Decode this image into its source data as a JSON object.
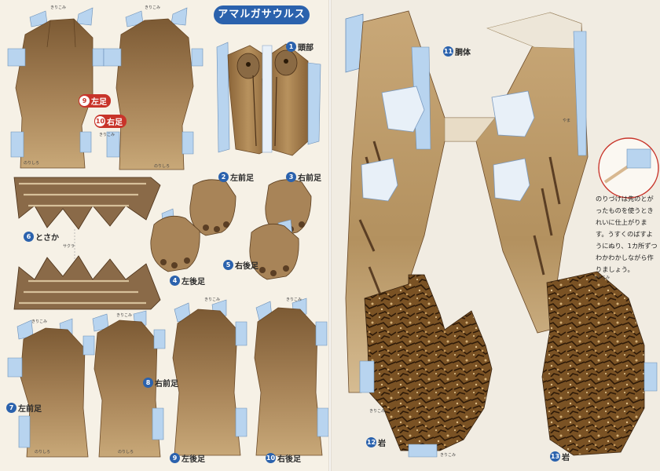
{
  "title": "アマルガサウルス",
  "parts": {
    "p1": {
      "num": "1",
      "label": "頭部"
    },
    "p2": {
      "num": "2",
      "label": "左前足"
    },
    "p3": {
      "num": "3",
      "label": "右前足"
    },
    "p4": {
      "num": "4",
      "label": "左後足"
    },
    "p5": {
      "num": "5",
      "label": "右後足"
    },
    "p6": {
      "num": "6",
      "label": "とさか"
    },
    "p7": {
      "num": "7",
      "label": "左前足"
    },
    "p8": {
      "num": "8",
      "label": "右前足"
    },
    "p9a": {
      "num": "9",
      "label": "左足"
    },
    "p10a": {
      "num": "10",
      "label": "右足"
    },
    "p9b": {
      "num": "9",
      "label": "左後足"
    },
    "p10b": {
      "num": "10",
      "label": "右後足"
    },
    "p11": {
      "num": "11",
      "label": "胴体"
    },
    "p12": {
      "num": "12",
      "label": "岩"
    },
    "p13": {
      "num": "13",
      "label": "岩"
    }
  },
  "marks": {
    "kirikomi": "きりこみ",
    "nori": "のりしろ",
    "yama": "やま",
    "sakura": "サクラ"
  },
  "instructions": "のりづけは先のとがったものを使うときれいに仕上がります。うすくのばすようにぬり、1カ所ずつわかわかしながら作りましょう。",
  "colors": {
    "accent": "#2b62ad",
    "red_badge": "#c8342a",
    "body_brown": "#a78355",
    "tab_blue": "#b8d4ef",
    "rock_dark": "#5a3a18"
  }
}
